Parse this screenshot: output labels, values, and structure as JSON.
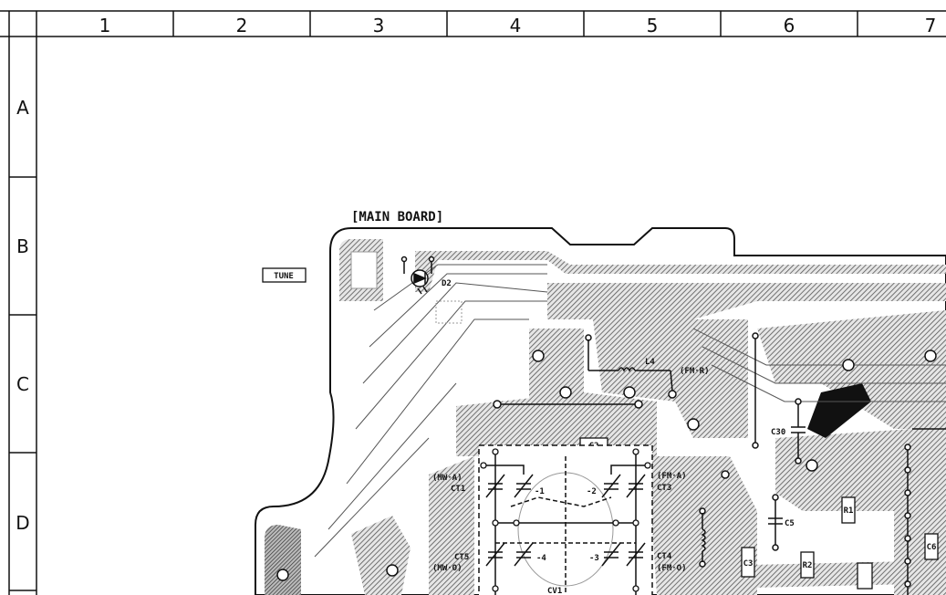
{
  "grid": {
    "columns": [
      "1",
      "2",
      "3",
      "4",
      "5",
      "6",
      "7"
    ],
    "rows": [
      "A",
      "B",
      "C",
      "D"
    ]
  },
  "board": {
    "title": "[MAIN BOARD]",
    "tune_label": "TUNE"
  },
  "components": {
    "d2": "D2",
    "l4": "L4",
    "fm_r": "(FM·R)",
    "c2": "C2",
    "c3": "C3",
    "c5": "C5",
    "c6": "C6",
    "c30": "C30",
    "r1": "R1",
    "r2": "R2",
    "mw_a": "(MW·A)",
    "ct1": "CT1",
    "fm_a": "(FM·A)",
    "ct3": "CT3",
    "ct5": "CT5",
    "mw_o": "(MW·O)",
    "ct4": "CT4",
    "fm_o": "(FM·O)",
    "cv1": "CV1",
    "cv_m1": "-1",
    "cv_m2": "-2",
    "cv_m3": "-3",
    "cv_m4": "-4"
  }
}
